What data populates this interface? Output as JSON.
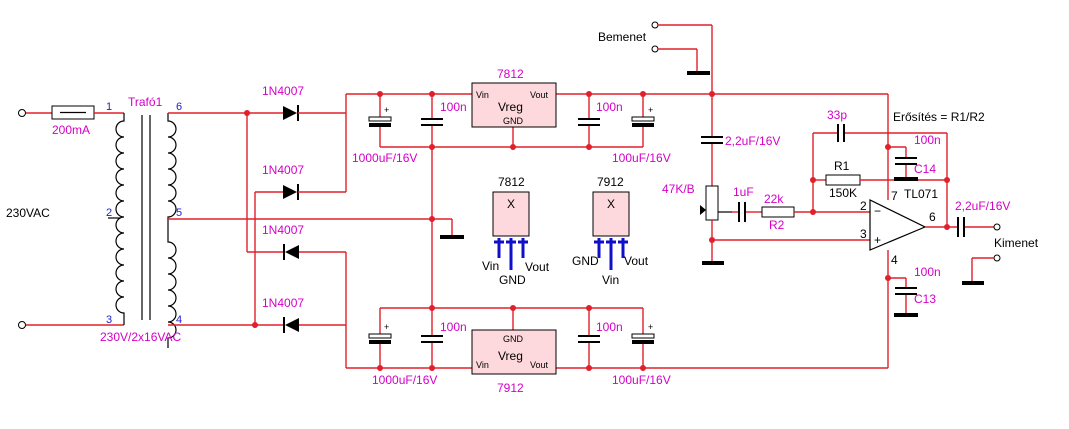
{
  "mains": {
    "voltage": "230VAC",
    "fuse": "200mA"
  },
  "transformer": {
    "name": "Trafó1",
    "rating": "230V/2x16VAC",
    "pins": {
      "p1": "1",
      "p2": "2",
      "p3": "3",
      "p4": "4",
      "p5": "5",
      "p6": "6"
    }
  },
  "diodes": {
    "d1": "1N4007",
    "d2": "1N4007",
    "d3": "1N4007",
    "d4": "1N4007"
  },
  "regulators": {
    "top": {
      "part": "7812",
      "body": "Vreg",
      "vin": "Vin",
      "vout": "Vout",
      "gnd": "GND"
    },
    "bottom": {
      "part": "7912",
      "body": "Vreg",
      "vin": "Vin",
      "vout": "Vout",
      "gnd": "GND"
    }
  },
  "capacitors": {
    "top_in_elko": "1000uF/16V",
    "top_in_cer": "100n",
    "top_out_cer": "100n",
    "top_out_elko": "100uF/16V",
    "bot_in_elko": "1000uF/16V",
    "bot_in_cer": "100n",
    "bot_out_cer": "100n",
    "bot_out_elko": "100uF/16V",
    "input_coupling": "2,2uF/16V",
    "pot_coupling": "1uF",
    "feedback": "33p",
    "c14": "100n",
    "c14_name": "C14",
    "c13": "100n",
    "c13_name": "C13",
    "output_coupling": "2,2uF/16V"
  },
  "pinouts": {
    "p7812": {
      "title": "7812",
      "mark": "X",
      "left": "Vin",
      "right": "Vout",
      "center": "GND"
    },
    "p7912": {
      "title": "7912",
      "mark": "X",
      "left": "GND",
      "right": "Vout",
      "center": "Vin"
    }
  },
  "signal": {
    "input": "Bemenet",
    "output": "Kimenet",
    "pot": "47K/B",
    "r2_value": "22k",
    "r2_name": "R2",
    "r1_name": "R1",
    "r1_value": "150K",
    "gain": "Erősítés = R1/R2"
  },
  "opamp": {
    "part": "TL071",
    "pin2": "2",
    "pin3": "3",
    "pin4": "4",
    "pin6": "6",
    "pin7": "7",
    "minus": "−",
    "plus": "+"
  }
}
